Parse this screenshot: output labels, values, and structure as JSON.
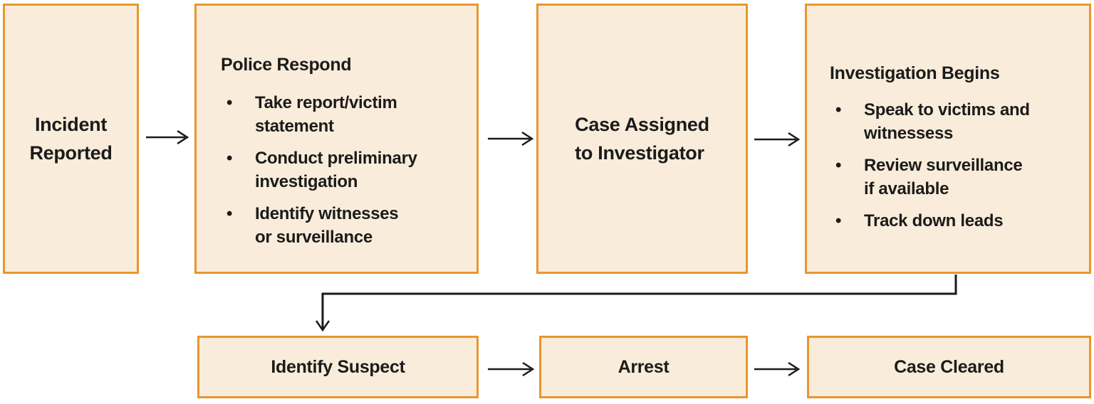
{
  "diagram": {
    "type": "flowchart",
    "bullet_char": "•",
    "colors": {
      "node_fill": "#FAECDA",
      "node_border": "#E8962E",
      "connector": "#1B1B1B",
      "text": "#1B1B1B"
    },
    "nodes": {
      "incident": {
        "label": "Incident\nReported"
      },
      "police": {
        "title": "Police Respond",
        "bullets": [
          "Take report/victim\nstatement",
          "Conduct preliminary\ninvestigation",
          "Identify witnesses\nor surveillance"
        ]
      },
      "assigned": {
        "label": "Case Assigned\nto Investigator"
      },
      "investigation": {
        "title": "Investigation Begins",
        "bullets": [
          "Speak to victims and\nwitnessess",
          "Review surveillance\nif available",
          "Track down leads"
        ]
      },
      "suspect": {
        "label": "Identify Suspect"
      },
      "arrest": {
        "label": "Arrest"
      },
      "cleared": {
        "label": "Case Cleared"
      }
    },
    "edges": [
      {
        "from": "incident-reported",
        "to": "police-respond"
      },
      {
        "from": "police-respond",
        "to": "case-assigned-to-investigator"
      },
      {
        "from": "case-assigned-to-investigator",
        "to": "investigation-begins"
      },
      {
        "from": "investigation-begins",
        "to": "identify-suspect"
      },
      {
        "from": "identify-suspect",
        "to": "arrest"
      },
      {
        "from": "arrest",
        "to": "case-cleared"
      }
    ]
  }
}
